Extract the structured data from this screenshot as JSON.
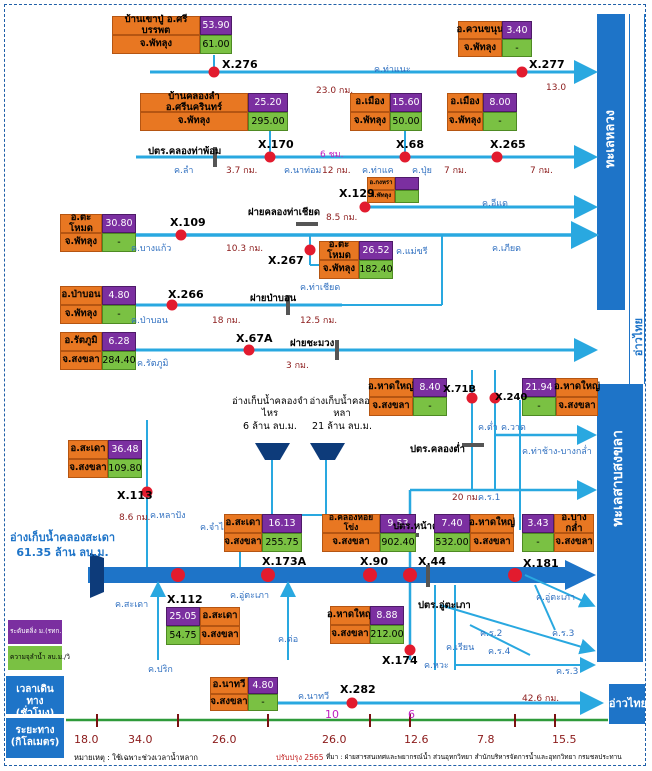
{
  "rows": {
    "r1": {
      "start_station": "X.276",
      "end_station": "X.277",
      "river": "ค.ท่าแนะ",
      "d1": "23.0 กม.",
      "d2": "13.0",
      "box1": {
        "name": "บ้านเขาปู่ อ.ศรีบรรพต",
        "prov": "จ.พัทลุง",
        "v1": "53.90",
        "v2": "61.00"
      },
      "box2": {
        "name": "อ.ควนขนุน",
        "prov": "จ.พัทลุง",
        "v1": "3.40",
        "v2": "-"
      }
    },
    "r2": {
      "reg": "ปตร.คลองท่าพ้อม",
      "river_a": "ค.ลำ",
      "river_b": "ค.นาท่อม",
      "river_c": "ค.ท่าแค",
      "river_d": "ค.ปุ่ย",
      "d1": "3.7 กม.",
      "d2": "6 ชม.",
      "d3": "12 กม.",
      "d4": "7 กม.",
      "d5": "7 กม.",
      "s1": "X.170",
      "s2": "X.68",
      "s3": "X.265",
      "box1": {
        "name": "บ้านคลองลำ อ.ศรีนครินทร์",
        "prov": "จ.พัทลุง",
        "v1": "25.20",
        "v2": "295.00"
      },
      "box2": {
        "name": "อ.เมือง",
        "prov": "จ.พัทลุง",
        "v1": "15.60",
        "v2": "50.00"
      },
      "box3": {
        "name": "อ.เมือง",
        "prov": "จ.พัทลุง",
        "v1": "8.00",
        "v2": "-"
      }
    },
    "r3": {
      "s129": "X.129",
      "d_a": "8.5 กม.",
      "river_a": "ค.อีแด",
      "box_small": {
        "name": "อ.กงหรา",
        "prov": "จ.พัทลุง"
      }
    },
    "r4": {
      "reg": "ฝายคลองท่าเชียด",
      "s109": "X.109",
      "s267": "X.267",
      "river_a": "ค.บางแก้ว",
      "river_b": "ค.ท่าเชียด",
      "river_c": "ค.เภียด",
      "d1": "10.3 กม.",
      "box1": {
        "name": "อ.ตะโหมด",
        "prov": "จ.พัทลุง",
        "v1": "30.80",
        "v2": "-"
      },
      "box2": {
        "name": "อ.ตะโหมด",
        "prov": "จ.พัทลุง",
        "v1": "26.52",
        "v2": "182.40",
        "river": "ค.แม่ขรี"
      }
    },
    "r5": {
      "reg": "ฝายป่าบอน",
      "s266": "X.266",
      "river": "ค.ป่าบอน",
      "d1": "18 กม.",
      "d2": "12.5 กม.",
      "box1": {
        "name": "อ.ป่าบอน",
        "prov": "จ.พัทลุง",
        "v1": "4.80",
        "v2": "-"
      }
    },
    "r6": {
      "reg": "ฝายชะมวง",
      "s67a": "X.67A",
      "river": "ค.รัตภูมิ",
      "d1": "3 กม.",
      "box1": {
        "name": "อ.รัตภูมิ",
        "prov": "จ.สงขลา",
        "v1": "6.28",
        "v2": "284.40"
      }
    },
    "reservoirs": [
      {
        "name": "อ่างเก็บน้ำคลองจำไหร",
        "cap": "6 ล้าน ลบ.ม."
      },
      {
        "name": "อ่างเก็บน้ำคลองหลา",
        "cap": "21 ล้าน ลบ.ม."
      }
    ],
    "x71b": {
      "station": "X.71B",
      "reg": "ปตร.คลองต่ำ",
      "river": "ค.ต่ำ",
      "box": {
        "name": "อ.หาดใหญ่",
        "prov": "จ.สงขลา",
        "v1": "8.40",
        "v2": "-"
      }
    },
    "x240": {
      "station": "X.240",
      "river": "ค.วาด",
      "box": {
        "name": "อ.หาดใหญ่",
        "prov": "จ.สงขลา",
        "v1": "21.94",
        "v2": "-"
      }
    },
    "x113": {
      "station": "X.113",
      "river": "ค.หลาปัง",
      "d1": "8.6 กม.",
      "box": {
        "name": "อ.สะเดา",
        "prov": "จ.สงขลา",
        "v1": "36.48",
        "v2": "109.80"
      }
    },
    "main": {
      "res_name": "อ่างเก็บน้ำคลองสะเดา",
      "res_cap": "61.35 ล้าน ลบ.ม.",
      "river_a": "ค.สะเดา",
      "river_b": "ค.จำไหร่",
      "river_c": "ค.อู่ตะเภา",
      "s112": "X.112",
      "s173a": "X.173A",
      "s90": "X.90",
      "s44": "X.44",
      "s181": "X.181",
      "s174": "X.174",
      "reg_main": "ปตร.หน้าควน",
      "reg_lower": "ปตร.อู่ตะเภา",
      "river_d": "ค.ท่าช้าง-บางกล่ำ",
      "river_e": "ค.ร.1",
      "d20": "20 กม.",
      "box_s173a": {
        "name": "อ.สะเดา",
        "prov": "จ.สงขลา",
        "v1": "16.13",
        "v2": "255.75"
      },
      "box_s90": {
        "name": "อ.คลองหอยโข่ง",
        "prov": "จ.สงขลา",
        "v1": "9.53",
        "v2": "902.40"
      },
      "box_s44": {
        "name": "อ.หาดใหญ่",
        "prov": "จ.สงขลา",
        "v1": "7.40",
        "v2": "532.00"
      },
      "box_s181": {
        "name": "อ.บางกล่ำ",
        "prov": "จ.สงขลา",
        "v1": "3.43",
        "v2": "-"
      },
      "box_s112": {
        "name": "อ.สะเดา",
        "prov": "จ.สงขลา",
        "v1": "25.05",
        "v2": "54.75"
      },
      "box_s174": {
        "name": "อ.หาดใหญ่",
        "prov": "จ.สงขลา",
        "v1": "8.88",
        "v2": "212.00"
      },
      "river_f": "ค.ปริก",
      "river_g": "ค.อู่ตะเภา",
      "river_h": "ค.ร.2",
      "river_i": "ค.ร.3",
      "river_j": "ค.ร.4",
      "river_k": "ค.ร.3",
      "river_l": "ค.เรียน",
      "river_m": "ค.หวะ",
      "river_n": "ค.ต่อ"
    },
    "r7": {
      "station": "X.282",
      "river": "ค.นาทวี",
      "d1": "42.6 กม.",
      "box": {
        "name": "อ.นาทวี",
        "prov": "จ.สงขลา",
        "v1": "4.80",
        "v2": "-"
      }
    },
    "right": {
      "lake": "ทะเลหลวง",
      "lake2": "ทะเลสาบสงขลา",
      "gulf": "อ่าวไทย",
      "gulf2": "อ่าวไทย"
    }
  },
  "legend": {
    "l1": "ระดับตลิ่ง ม.(รทก.)",
    "l2": "ความจุลำน้ำ ลบ.ม./วิ",
    "time_lbl": "เวลาเดินทาง (ชั่วโมง)",
    "dist_lbl": "ระยะทาง (กิโลเมตร)"
  },
  "timeline": {
    "t1": "10",
    "t2": "6",
    "segments": [
      "18.0",
      "34.0",
      "26.0",
      "26.0",
      "12.6",
      "7.8",
      "15.5"
    ]
  },
  "footer": {
    "note": "หมายเหตุ : ใช้เฉพาะช่วงเวลาน้ำหลาก",
    "rev": "ปรับปรุง 2565",
    "src": "ที่มา : ฝ่ายสารสนเทศและพยากรณ์น้ำ ส่วนอุทกวิทยา สำนักบริหารจัดการน้ำและอุทกวิทยา กรมชลประทาน"
  }
}
